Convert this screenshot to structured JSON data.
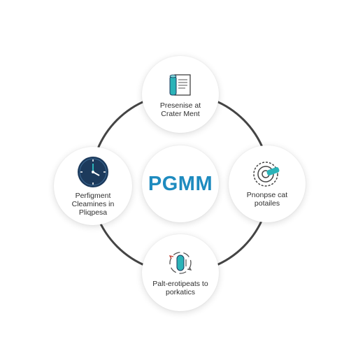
{
  "center": {
    "title": "PGMM"
  },
  "nodes": {
    "top": {
      "line1": "Presenise at",
      "line2": "Crater Ment",
      "icon": "document-scroll-icon"
    },
    "left": {
      "line1": "Perfigment",
      "line2": "Cleamines in",
      "line3": "Pliqpesa",
      "icon": "clock-icon"
    },
    "right": {
      "line1": "Pnonpse cat",
      "line2": "potailes",
      "icon": "target-dial-icon"
    },
    "bottom": {
      "line1": "Palt-erotipeats to",
      "line2": "porkatics",
      "icon": "capsule-cycle-icon"
    }
  },
  "colors": {
    "accent": "#1e8bbf",
    "teal": "#2bb3b8",
    "navy": "#1c3a5c",
    "ring": "#444444"
  }
}
